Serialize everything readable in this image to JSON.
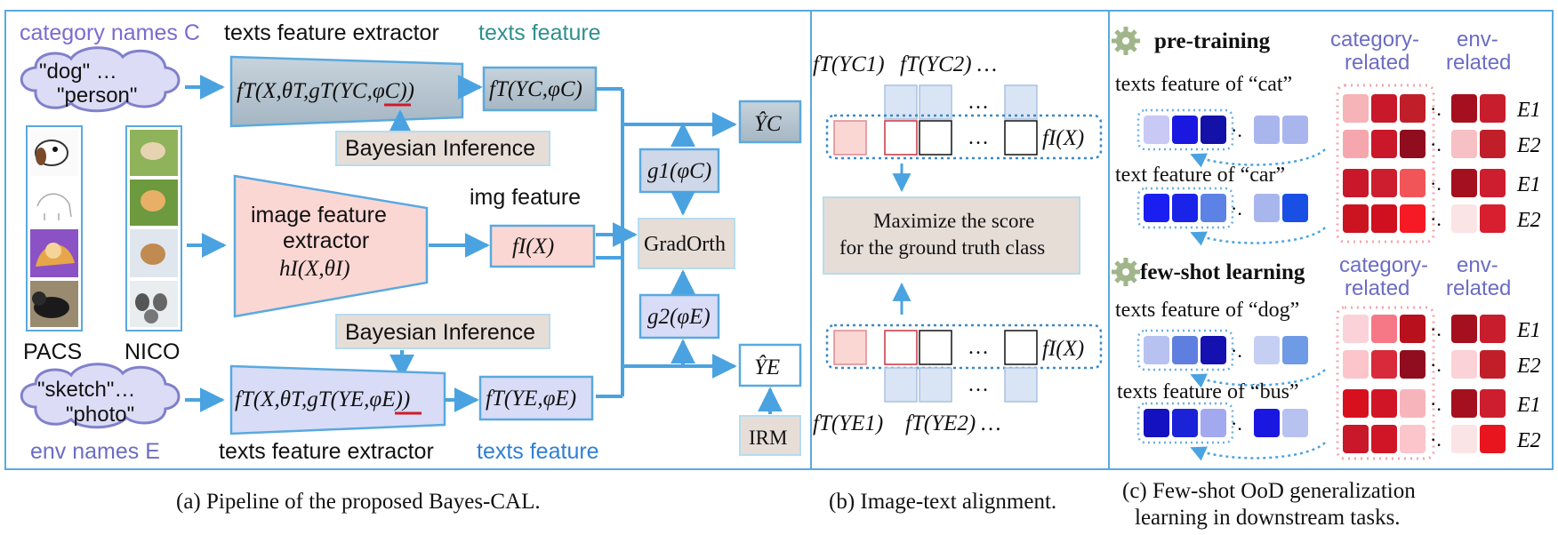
{
  "panel_a": {
    "category_names": "category names C",
    "texts_feature_extractor_top": "texts feature extractor",
    "texts_feature_top": "texts feature",
    "cloud_top_line1": "\"dog\" …",
    "cloud_top_line2": "\"person\"",
    "ft_extractor_top": "fT(X,θT,gT(YC,φC))",
    "ft_feature_top": "fT(YC,φC)",
    "bayes_top": "Bayesian Inference",
    "y_c": "ŶC",
    "img_feature": "img feature",
    "image_extractor_l1": "image feature",
    "image_extractor_l2": "extractor",
    "image_extractor_l3": "hI(X,θI)",
    "fi_x": "fI(X)",
    "g1": "g1(φC)",
    "gradorth": "GradOrth",
    "g2": "g2(φE)",
    "pacs": "PACS",
    "nico": "NICO",
    "bayes_bottom": "Bayesian Inference",
    "cloud_bottom_line1": "\"sketch\"…",
    "cloud_bottom_line2": "\"photo\"",
    "ft_extractor_bottom": "fT(X,θT,gT(YE,φE))",
    "ft_feature_bottom": "fT(YE,φE)",
    "y_e": "ŶE",
    "irm": "IRM",
    "env_names": "env names E",
    "texts_feature_extractor_bottom": "texts feature extractor",
    "texts_feature_bottom": "texts feature",
    "caption": "(a) Pipeline of the proposed Bayes-CAL."
  },
  "panel_b": {
    "top_label_1": "fT(YC1)",
    "top_label_2": "fT(YC2) …",
    "fi_top": "fI(X)",
    "maximize_l1": "Maximize the score",
    "maximize_l2": "for the ground truth class",
    "fi_bottom": "fI(X)",
    "bottom_label_1": "fT(YE1)",
    "bottom_label_2": "fT(YE2) …",
    "ellipsis": "…",
    "caption": "(b) Image-text alignment."
  },
  "panel_c": {
    "pretraining": "pre-training",
    "category_related_l1": "category-",
    "category_related_l2": "related",
    "env_related_l1": "env-",
    "env_related_l2": "related",
    "cat_text": "texts feature of “cat”",
    "car_text": "text feature of “car”",
    "fewshot": "few-shot learning",
    "dog_text": "texts feature of “dog”",
    "bus_text": "texts feature of “bus”",
    "e1": "E1",
    "e2": "E2",
    "caption_l1": "(c) Few-shot OoD generalization",
    "caption_l2": "learning in downstream tasks."
  },
  "colors": {
    "frame_blue": "#5aa9de",
    "arrow_blue": "#4aa3e0",
    "gray_box": "#b7c6d1",
    "pink_box": "#fbd7d4",
    "lav_box": "#d9dcf7",
    "beige_box": "#e6ddd7",
    "cloud_fill": "#dcdcf6",
    "cloud_stroke": "#8080cc"
  },
  "heatmap_rows": [
    {
      "cat": [
        "#f6b3b8",
        "#c8182a",
        "#c01f2a"
      ],
      "env": [
        "#a5101e",
        "#c81d2c"
      ]
    },
    {
      "cat": [
        "#f6a7ad",
        "#c8182a",
        "#8f0d1e"
      ],
      "env": [
        "#f6c0c5",
        "#c01f2a"
      ]
    },
    {
      "cat": [
        "#c8182a",
        "#cc1e2e",
        "#f25558"
      ],
      "env": [
        "#a5101e",
        "#cc1e2e"
      ]
    },
    {
      "cat": [
        "#cc1420",
        "#d0101e",
        "#f51a24"
      ],
      "env": [
        "#fbe4e6",
        "#d71f30"
      ]
    },
    {
      "cat": [
        "#fbd2d7",
        "#f67886",
        "#b8101c"
      ],
      "env": [
        "#a5101e",
        "#c81d2c"
      ]
    },
    {
      "cat": [
        "#fbc5cb",
        "#d82a3a",
        "#8f0d1e"
      ],
      "env": [
        "#fbd2d7",
        "#c01f2a"
      ]
    },
    {
      "cat": [
        "#d8101e",
        "#d01626",
        "#f7b5bb"
      ],
      "env": [
        "#a5101e",
        "#cc1e2e"
      ]
    },
    {
      "cat": [
        "#c8182a",
        "#d01626",
        "#fbc5cb"
      ],
      "env": [
        "#fbe4e6",
        "#e8141e"
      ]
    }
  ],
  "text_rows": [
    {
      "left": [
        "#c8c9f5",
        "#1a17e0",
        "#1411a8"
      ],
      "right": [
        "#a9b6ee",
        "#a9b6ee"
      ]
    },
    {
      "left": [
        "#1a1ef0",
        "#1a23e8",
        "#5c82e6"
      ],
      "right": [
        "#a9b6ee",
        "#1a4fe6"
      ]
    },
    {
      "left": [
        "#b7c2f0",
        "#5f7fe0",
        "#1411b0"
      ],
      "right": [
        "#c5cff3",
        "#6e9ae6"
      ]
    },
    {
      "left": [
        "#1411c0",
        "#1a23d8",
        "#a2a9ee"
      ],
      "right": [
        "#1a17e0",
        "#b7c2f0"
      ]
    }
  ]
}
